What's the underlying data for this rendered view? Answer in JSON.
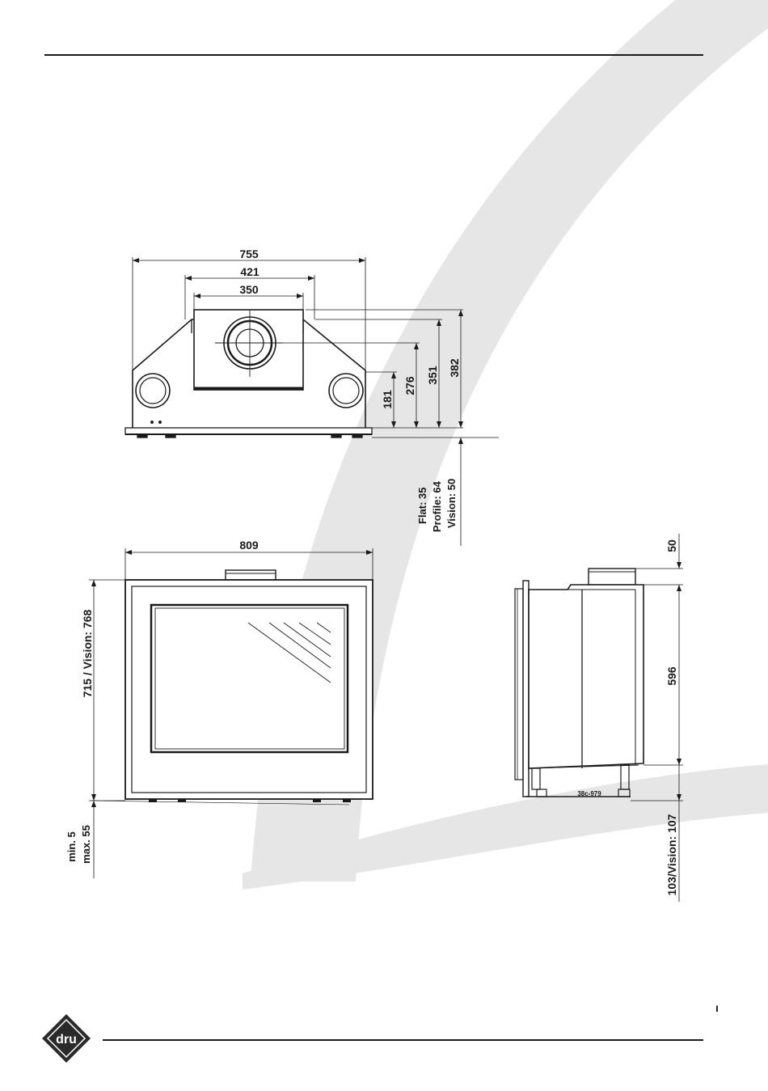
{
  "colors": {
    "ink": "#1a1a1a",
    "swoosh": "#e6e6e6",
    "background": "#ffffff"
  },
  "top_view": {
    "width_overall": "755",
    "width_middle": "421",
    "width_inner": "350",
    "height_181": "181",
    "height_276": "276",
    "height_351": "351",
    "height_382": "382",
    "offset_note": [
      "Flat: 35",
      "Profile: 64",
      "Vision: 50"
    ]
  },
  "front_view": {
    "width": "809",
    "height": "715 / Vision: 768",
    "bottom_gap": [
      "min. 5",
      "max. 55"
    ]
  },
  "side_view": {
    "collar_height": "50",
    "body_height": "596",
    "depth": "103/Vision: 107",
    "drawing_code": "38c-979"
  },
  "footer": {
    "logo_icon": "dru-logo-icon",
    "logo_text": "dru",
    "page_mark": "ı"
  }
}
